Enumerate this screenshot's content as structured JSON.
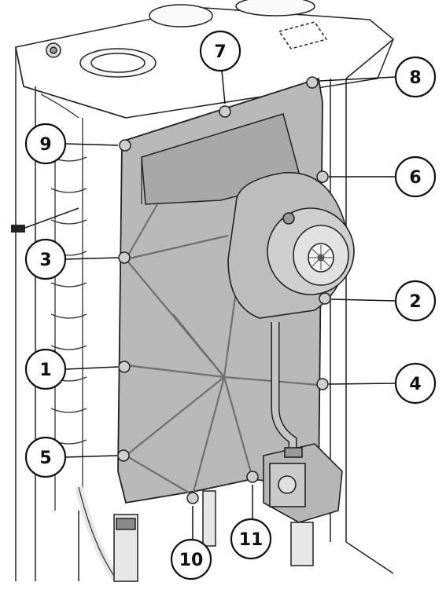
{
  "diagram": {
    "callouts": [
      {
        "id": "7",
        "label": "7"
      },
      {
        "id": "8",
        "label": "8"
      },
      {
        "id": "9",
        "label": "9"
      },
      {
        "id": "6",
        "label": "6"
      },
      {
        "id": "3",
        "label": "3"
      },
      {
        "id": "2",
        "label": "2"
      },
      {
        "id": "1",
        "label": "1"
      },
      {
        "id": "4",
        "label": "4"
      },
      {
        "id": "5",
        "label": "5"
      },
      {
        "id": "11",
        "label": "11"
      },
      {
        "id": "10",
        "label": "10"
      }
    ]
  }
}
